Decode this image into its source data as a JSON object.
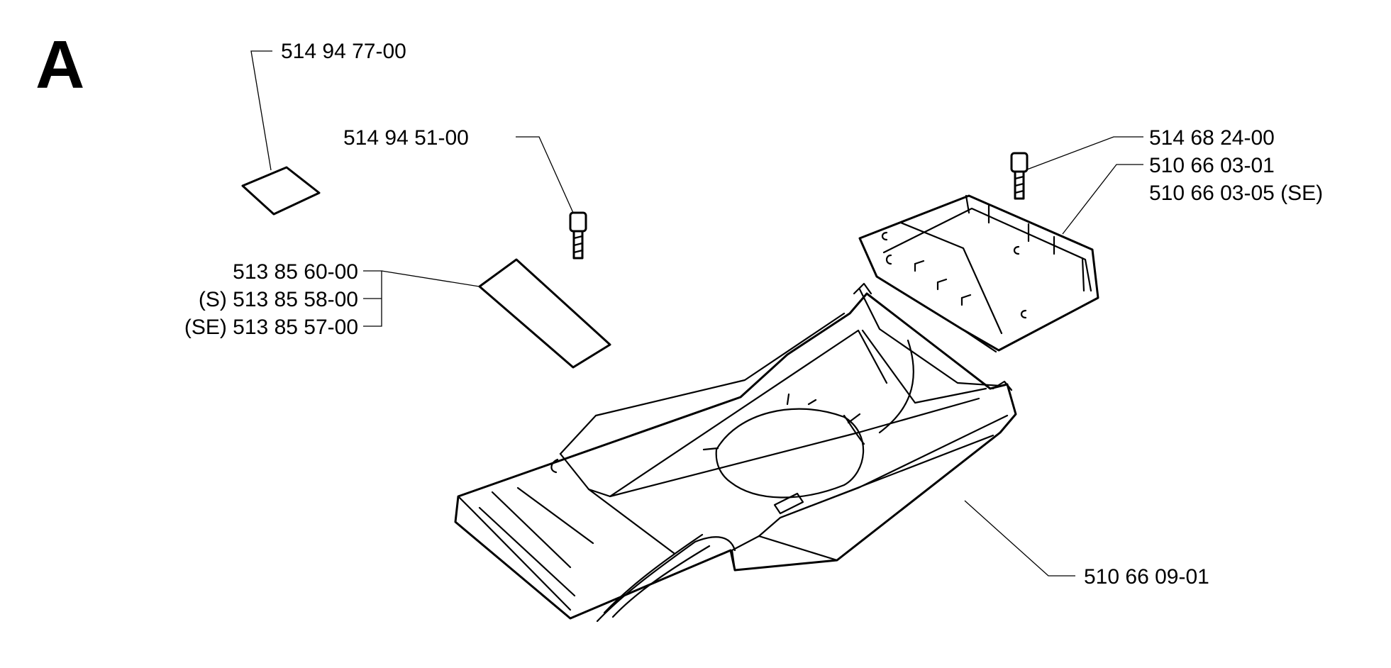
{
  "section_letter": "A",
  "labels": {
    "decal_small": "514 94 77-00",
    "screw_left": "514 94 51-00",
    "label_plate_1": "513 85 60-00",
    "label_plate_2": "(S) 513 85 58-00",
    "label_plate_3": "(SE) 513 85 57-00",
    "screw_right": "514 68 24-00",
    "cover_1": "510 66 03-01",
    "cover_2": "510 66 03-05 (SE)",
    "hood": "510 66 09-01"
  }
}
